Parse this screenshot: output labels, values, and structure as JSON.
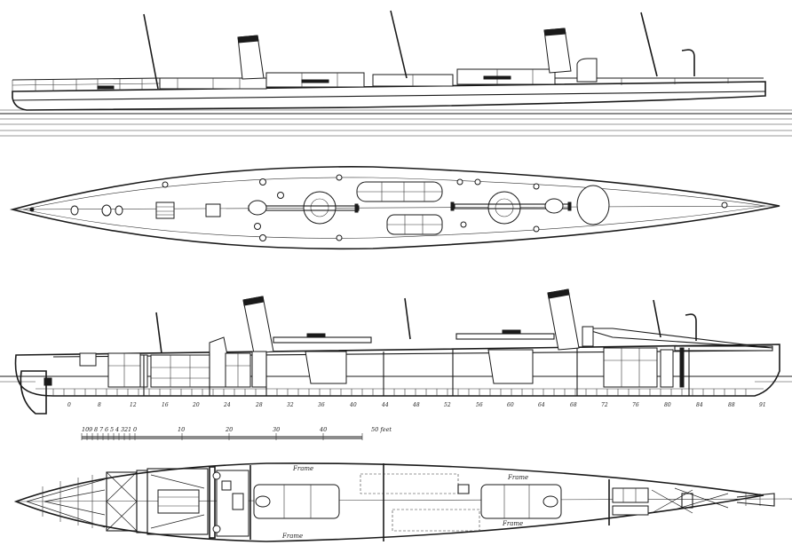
{
  "drawing": {
    "frame_numbers": [
      "0",
      "8",
      "12",
      "16",
      "20",
      "24",
      "28",
      "32",
      "36",
      "40",
      "44",
      "48",
      "52",
      "56",
      "60",
      "64",
      "68",
      "72",
      "76",
      "80",
      "84",
      "88",
      "91"
    ],
    "scale": {
      "ticks": [
        "10",
        "9",
        "8",
        "7",
        "6",
        "5",
        "4",
        "3",
        "2",
        "1",
        "0",
        "10",
        "20",
        "30",
        "40"
      ],
      "unit": "50 feet"
    },
    "deck_labels": {
      "frame_fwd_top": "Frame",
      "frame_fwd_bottom": "Frame",
      "frame_aft_top": "Frame",
      "frame_aft_bottom": "Frame"
    }
  }
}
